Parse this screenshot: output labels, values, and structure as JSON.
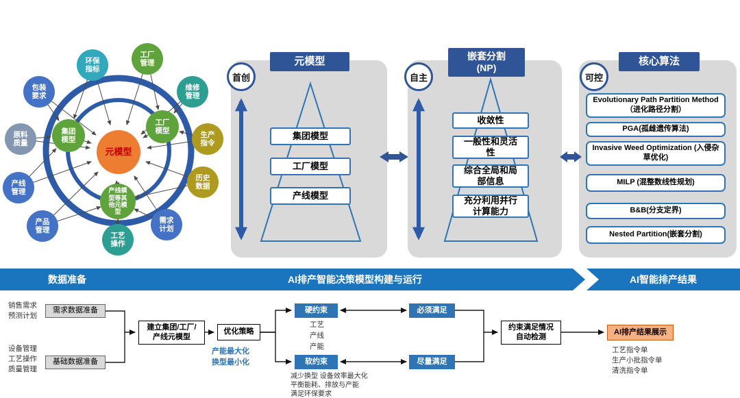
{
  "colors": {
    "banner_blue": "#1B75BE",
    "header_blue": "#2F5597",
    "box_blue": "#2E75B6",
    "ring_blue": "#2E5BA8",
    "panel_gray": "#D9D9D9",
    "center_orange": "#ED7D31",
    "center_text_red": "#C00000",
    "result_orange": "#F4B183",
    "node_green": "#5FA33C",
    "node_teal": "#31A8BC",
    "node_teal_green": "#2E9E93",
    "node_olive": "#AD9A1F",
    "node_blue": "#4472C4",
    "node_gray_blue": "#8496B0"
  },
  "radial": {
    "center": "元模型",
    "inner_nodes": [
      {
        "label": "集团模型"
      },
      {
        "label": "工厂模型"
      },
      {
        "label": "产线模型等其他元模型"
      }
    ],
    "outer_nodes": [
      {
        "label": "环保指标"
      },
      {
        "label": "工厂管理"
      },
      {
        "label": "维修管理"
      },
      {
        "label": "生产指令"
      },
      {
        "label": "历史数据"
      },
      {
        "label": "需求计划"
      },
      {
        "label": "工艺操作"
      },
      {
        "label": "产品管理"
      },
      {
        "label": "产线管理"
      },
      {
        "label": "原料质量"
      },
      {
        "label": "包装要求"
      }
    ]
  },
  "panels": {
    "meta": {
      "badge": "首创",
      "title": "元模型",
      "levels": [
        "集团模型",
        "工厂模型",
        "产线模型"
      ]
    },
    "np": {
      "badge": "自主",
      "title_line1": "嵌套分割",
      "title_line2": "(NP)",
      "levels": [
        "收敛性",
        "一般性和灵活性",
        "综合全局和局部信息",
        "充分利用并行计算能力"
      ]
    },
    "core": {
      "badge": "可控",
      "title": "核心算法",
      "algorithms": [
        "Evolutionary Path Partition Method （进化路径分割）",
        "PGA(孤雌遗传算法)",
        "Invasive Weed Optimization (入侵杂草优化)",
        "MILP (混整数线性规划)",
        "B&B(分支定界)",
        "Nested Partition(嵌套分割)"
      ]
    }
  },
  "banner": {
    "stages": [
      "数据准备",
      "AI排产智能决策模型构建与运行",
      "AI智能排产结果"
    ]
  },
  "flow": {
    "notes": {
      "sales": "销售需求\n预测计划",
      "base": "设备管理\n工艺操作\n质量管理",
      "strategy_goals": "产能最大化\n换型最小化",
      "hard_items": "工艺\n产线\n产能",
      "soft_items": "减少换型 设备效率最大化\n平衡能耗、排放与产能\n满足环保要求",
      "outputs": "工艺指令单\n生产小批指令单\n清洗指令单"
    },
    "boxes": {
      "demand_data": "需求数据准备",
      "base_data": "基础数据准备",
      "build_model": "建立集团/工厂/\n产线元模型",
      "strategy": "优化策略",
      "hard": "硬约束",
      "soft": "软约束",
      "must": "必须满足",
      "best_effort": "尽量满足",
      "check": "约束满足情况\n自动检测",
      "result": "AI排产结果展示"
    }
  }
}
